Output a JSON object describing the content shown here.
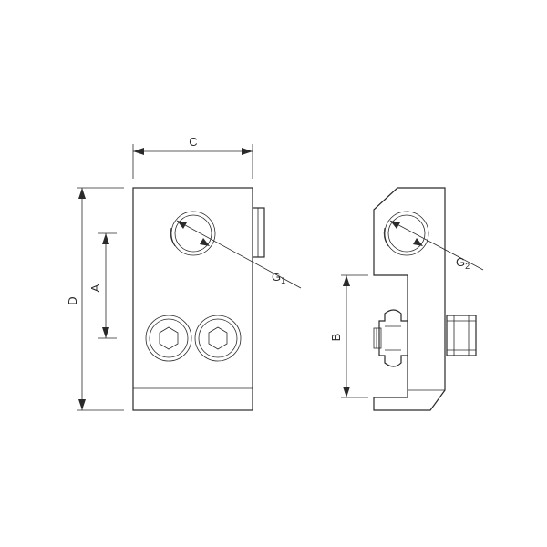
{
  "labels": {
    "c": "C",
    "d": "D",
    "a": "A",
    "b": "B",
    "g1": "G",
    "g1_sub": "1",
    "g2": "G",
    "g2_sub": "2"
  }
}
